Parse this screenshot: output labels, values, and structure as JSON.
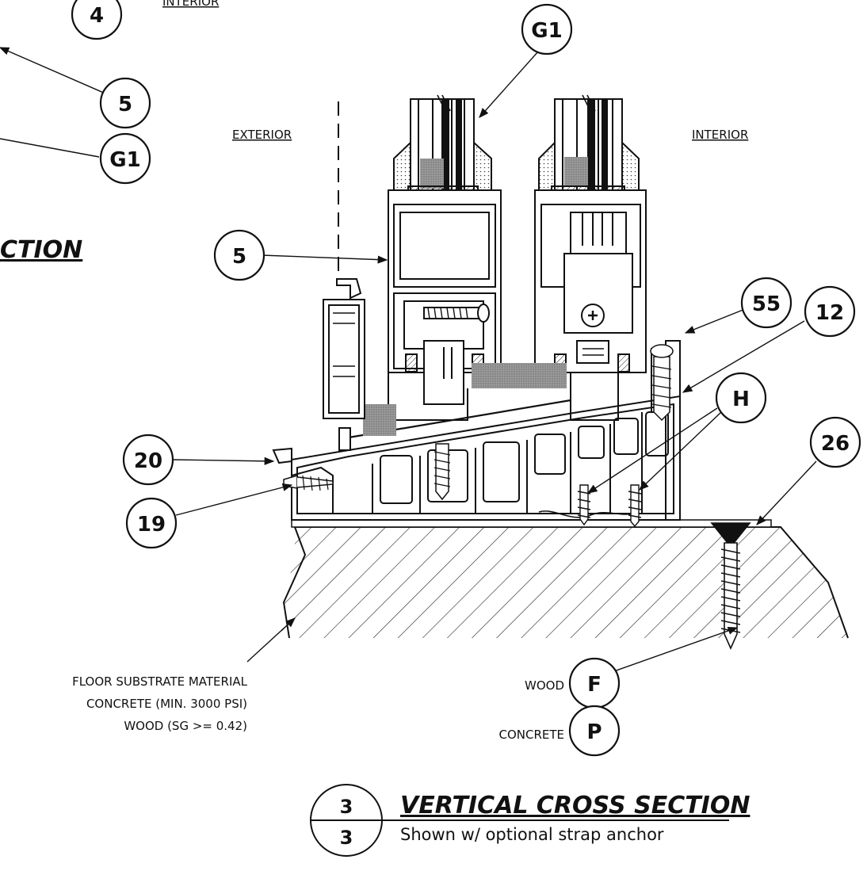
{
  "balloons": {
    "top_left_4": "4",
    "left_5": "5",
    "left_g1": "G1",
    "top_g1": "G1",
    "mid_5": "5",
    "b55": "55",
    "b12": "12",
    "bH": "H",
    "b26": "26",
    "b20": "20",
    "b19": "19",
    "bF": "F",
    "bP": "P"
  },
  "labels": {
    "top_interior_partial": "INTERIOR",
    "exterior": "EXTERIOR",
    "interior": "INTERIOR",
    "prev_section_partial": "CTION",
    "substrate_line1": "FLOOR SUBSTRATE MATERIAL",
    "substrate_line2": "CONCRETE (MIN. 3000 PSI)",
    "substrate_line3": "WOOD (SG >= 0.42)",
    "wood": "WOOD",
    "concrete": "CONCRETE"
  },
  "title_block": {
    "detail_number": "3",
    "sheet_number": "3",
    "title": "VERTICAL CROSS SECTION",
    "subtitle": "Shown w/ optional strap anchor"
  }
}
